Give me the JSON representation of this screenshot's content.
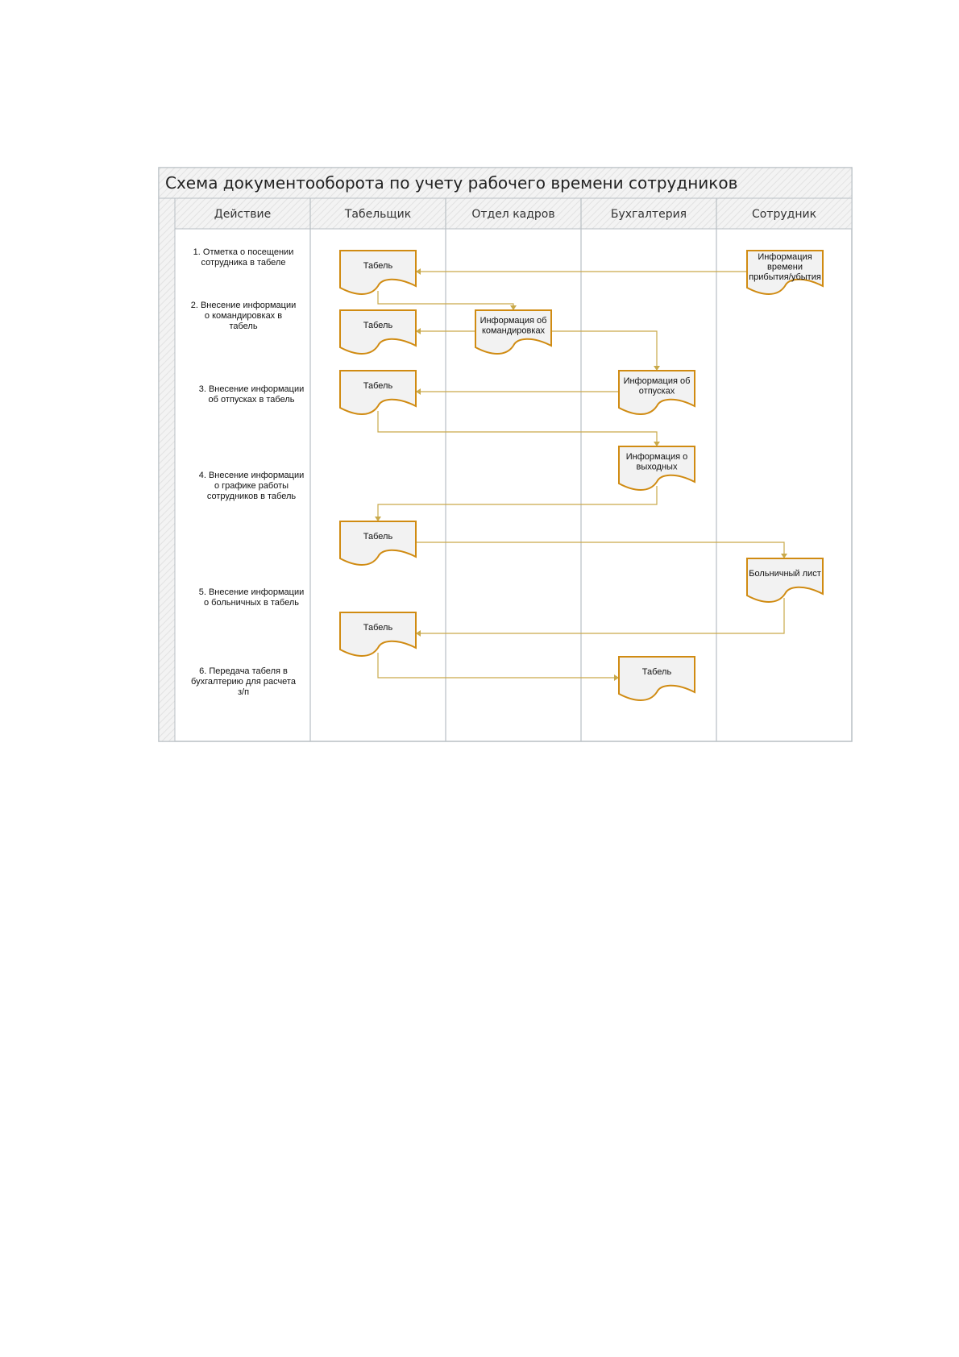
{
  "title": "Схема документооборота по учету рабочего времени сотрудников",
  "lanes": [
    "Действие",
    "Табельщик",
    "Отдел кадров",
    "Бухгалтерия",
    "Сотрудник"
  ],
  "steps": [
    [
      "1. Отметка о посещении",
      "сотрудника в табеле"
    ],
    [
      "2. Внесение информации",
      "о командировках в",
      "табель"
    ],
    [
      "3. Внесение информации",
      "об отпусках в табель"
    ],
    [
      "4. Внесение информации",
      "о графике работы",
      "сотрудников в табель"
    ],
    [
      "5. Внесение информации",
      "о больничных в табель"
    ],
    [
      "6. Передача табеля в",
      "бухгалтерию для расчета",
      "з/п"
    ]
  ],
  "documents": [
    {
      "id": "d1",
      "lines": [
        "Табель"
      ]
    },
    {
      "id": "d2",
      "lines": [
        "Информация",
        "времени",
        "прибытия/убытия"
      ]
    },
    {
      "id": "d3",
      "lines": [
        "Табель"
      ]
    },
    {
      "id": "d4",
      "lines": [
        "Информация об",
        "командировках"
      ]
    },
    {
      "id": "d5",
      "lines": [
        "Табель"
      ]
    },
    {
      "id": "d6",
      "lines": [
        "Информация об",
        "отпусках"
      ]
    },
    {
      "id": "d7",
      "lines": [
        "Информация о",
        "выходных"
      ]
    },
    {
      "id": "d8",
      "lines": [
        "Табель"
      ]
    },
    {
      "id": "d9",
      "lines": [
        "Больничный лист"
      ]
    },
    {
      "id": "d10",
      "lines": [
        "Табель"
      ]
    },
    {
      "id": "d11",
      "lines": [
        "Табель"
      ]
    }
  ],
  "connectors": [
    {
      "from": "d2",
      "to": "d1"
    },
    {
      "from": "d1",
      "to": "d4"
    },
    {
      "from": "d4",
      "to": "d3"
    },
    {
      "from": "d4",
      "to": "d6"
    },
    {
      "from": "d6",
      "to": "d5"
    },
    {
      "from": "d5",
      "to": "d7"
    },
    {
      "from": "d7",
      "to": "d8"
    },
    {
      "from": "d8",
      "to": "d9"
    },
    {
      "from": "d9",
      "to": "d10"
    },
    {
      "from": "d10",
      "to": "d11"
    }
  ],
  "colors": {
    "document_border": "#d08b12",
    "connector": "#c9a94a",
    "lane_line": "#b8bfc4",
    "header_fill": "#f0f0f0"
  }
}
